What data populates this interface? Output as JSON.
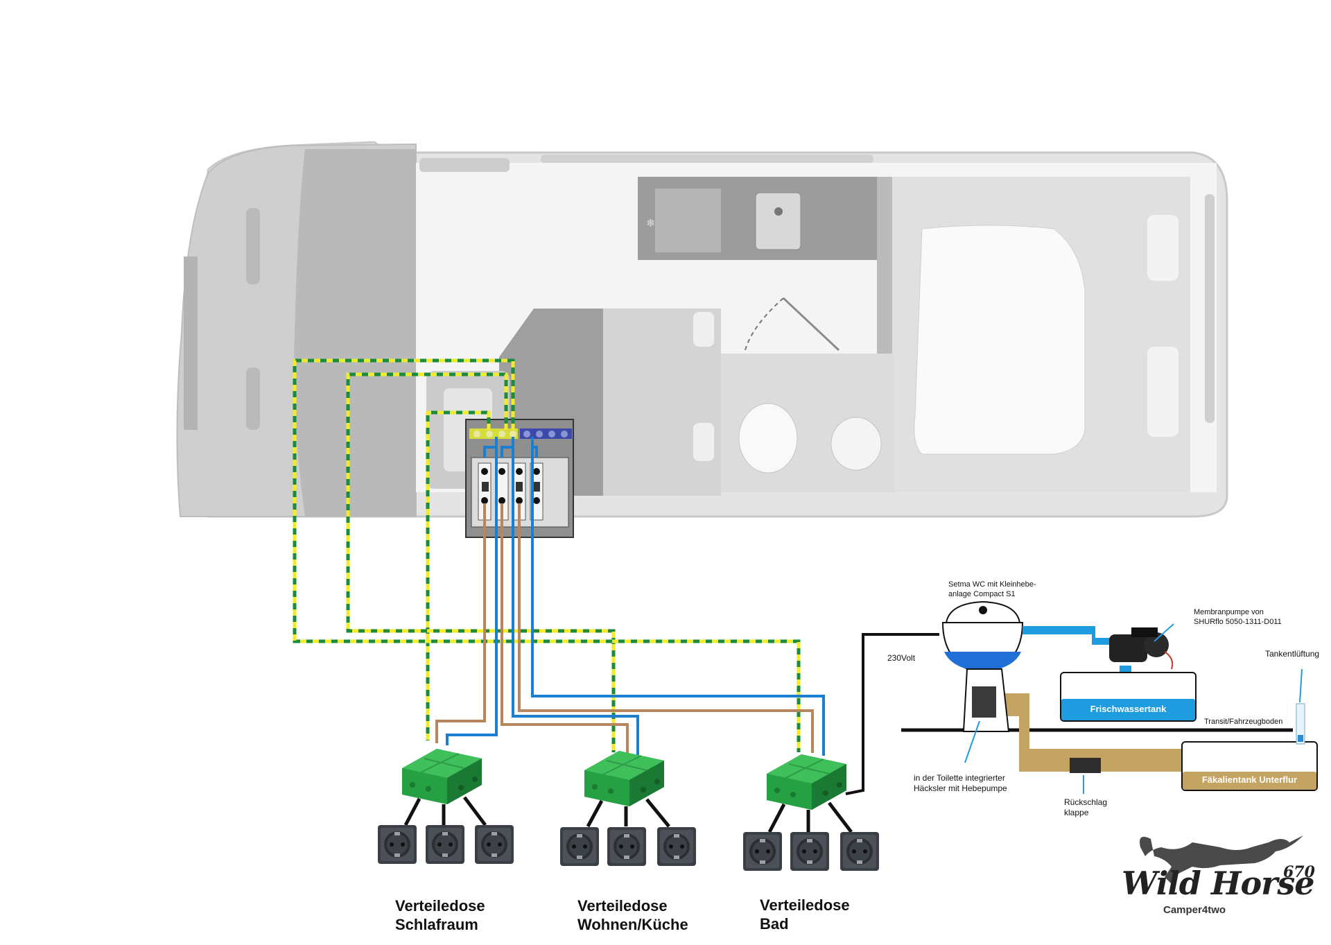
{
  "junction_boxes": [
    {
      "name": "Verteiledose Schlafraum",
      "label": "Verteiledose\nSchlafraum"
    },
    {
      "name": "Verteiledose Wohnen/Küche",
      "label": "Verteiledose\nWohnen/Küche"
    },
    {
      "name": "Verteiledose Bad",
      "label": "Verteiledose\nBad"
    }
  ],
  "sockets_per_box": 3,
  "labels": {
    "voltage": "230Volt",
    "toilet": "Setma WC mit Kleinhebe-\nanlage Compact S1",
    "pump": "Membranpumpe von\nSHURflo 5050-1311-D011",
    "vent": "Tankentlüftung",
    "floor": "Transit/Fahrzeugboden",
    "chopper": "in der Toilette integrierter\nHäcksler mit Hebepumpe",
    "valve": "Rückschlag\nklappe",
    "fresh_tank": "Frischwassertank",
    "waste_tank": "Fäkalientank Unterflur"
  },
  "logo": {
    "name": "Wild Horse",
    "model": "670",
    "brand": "Camper4two"
  },
  "colors": {
    "earth_green": "#1e8a3c",
    "earth_yellow": "#f2ea2a",
    "live_brown": "#b8865c",
    "neutral_blue": "#1a7fd0",
    "box_green": "#2aa84a",
    "water_blue": "#1f9be0",
    "waste_brown": "#c4a462",
    "van_gray": "#dcdcdc"
  }
}
